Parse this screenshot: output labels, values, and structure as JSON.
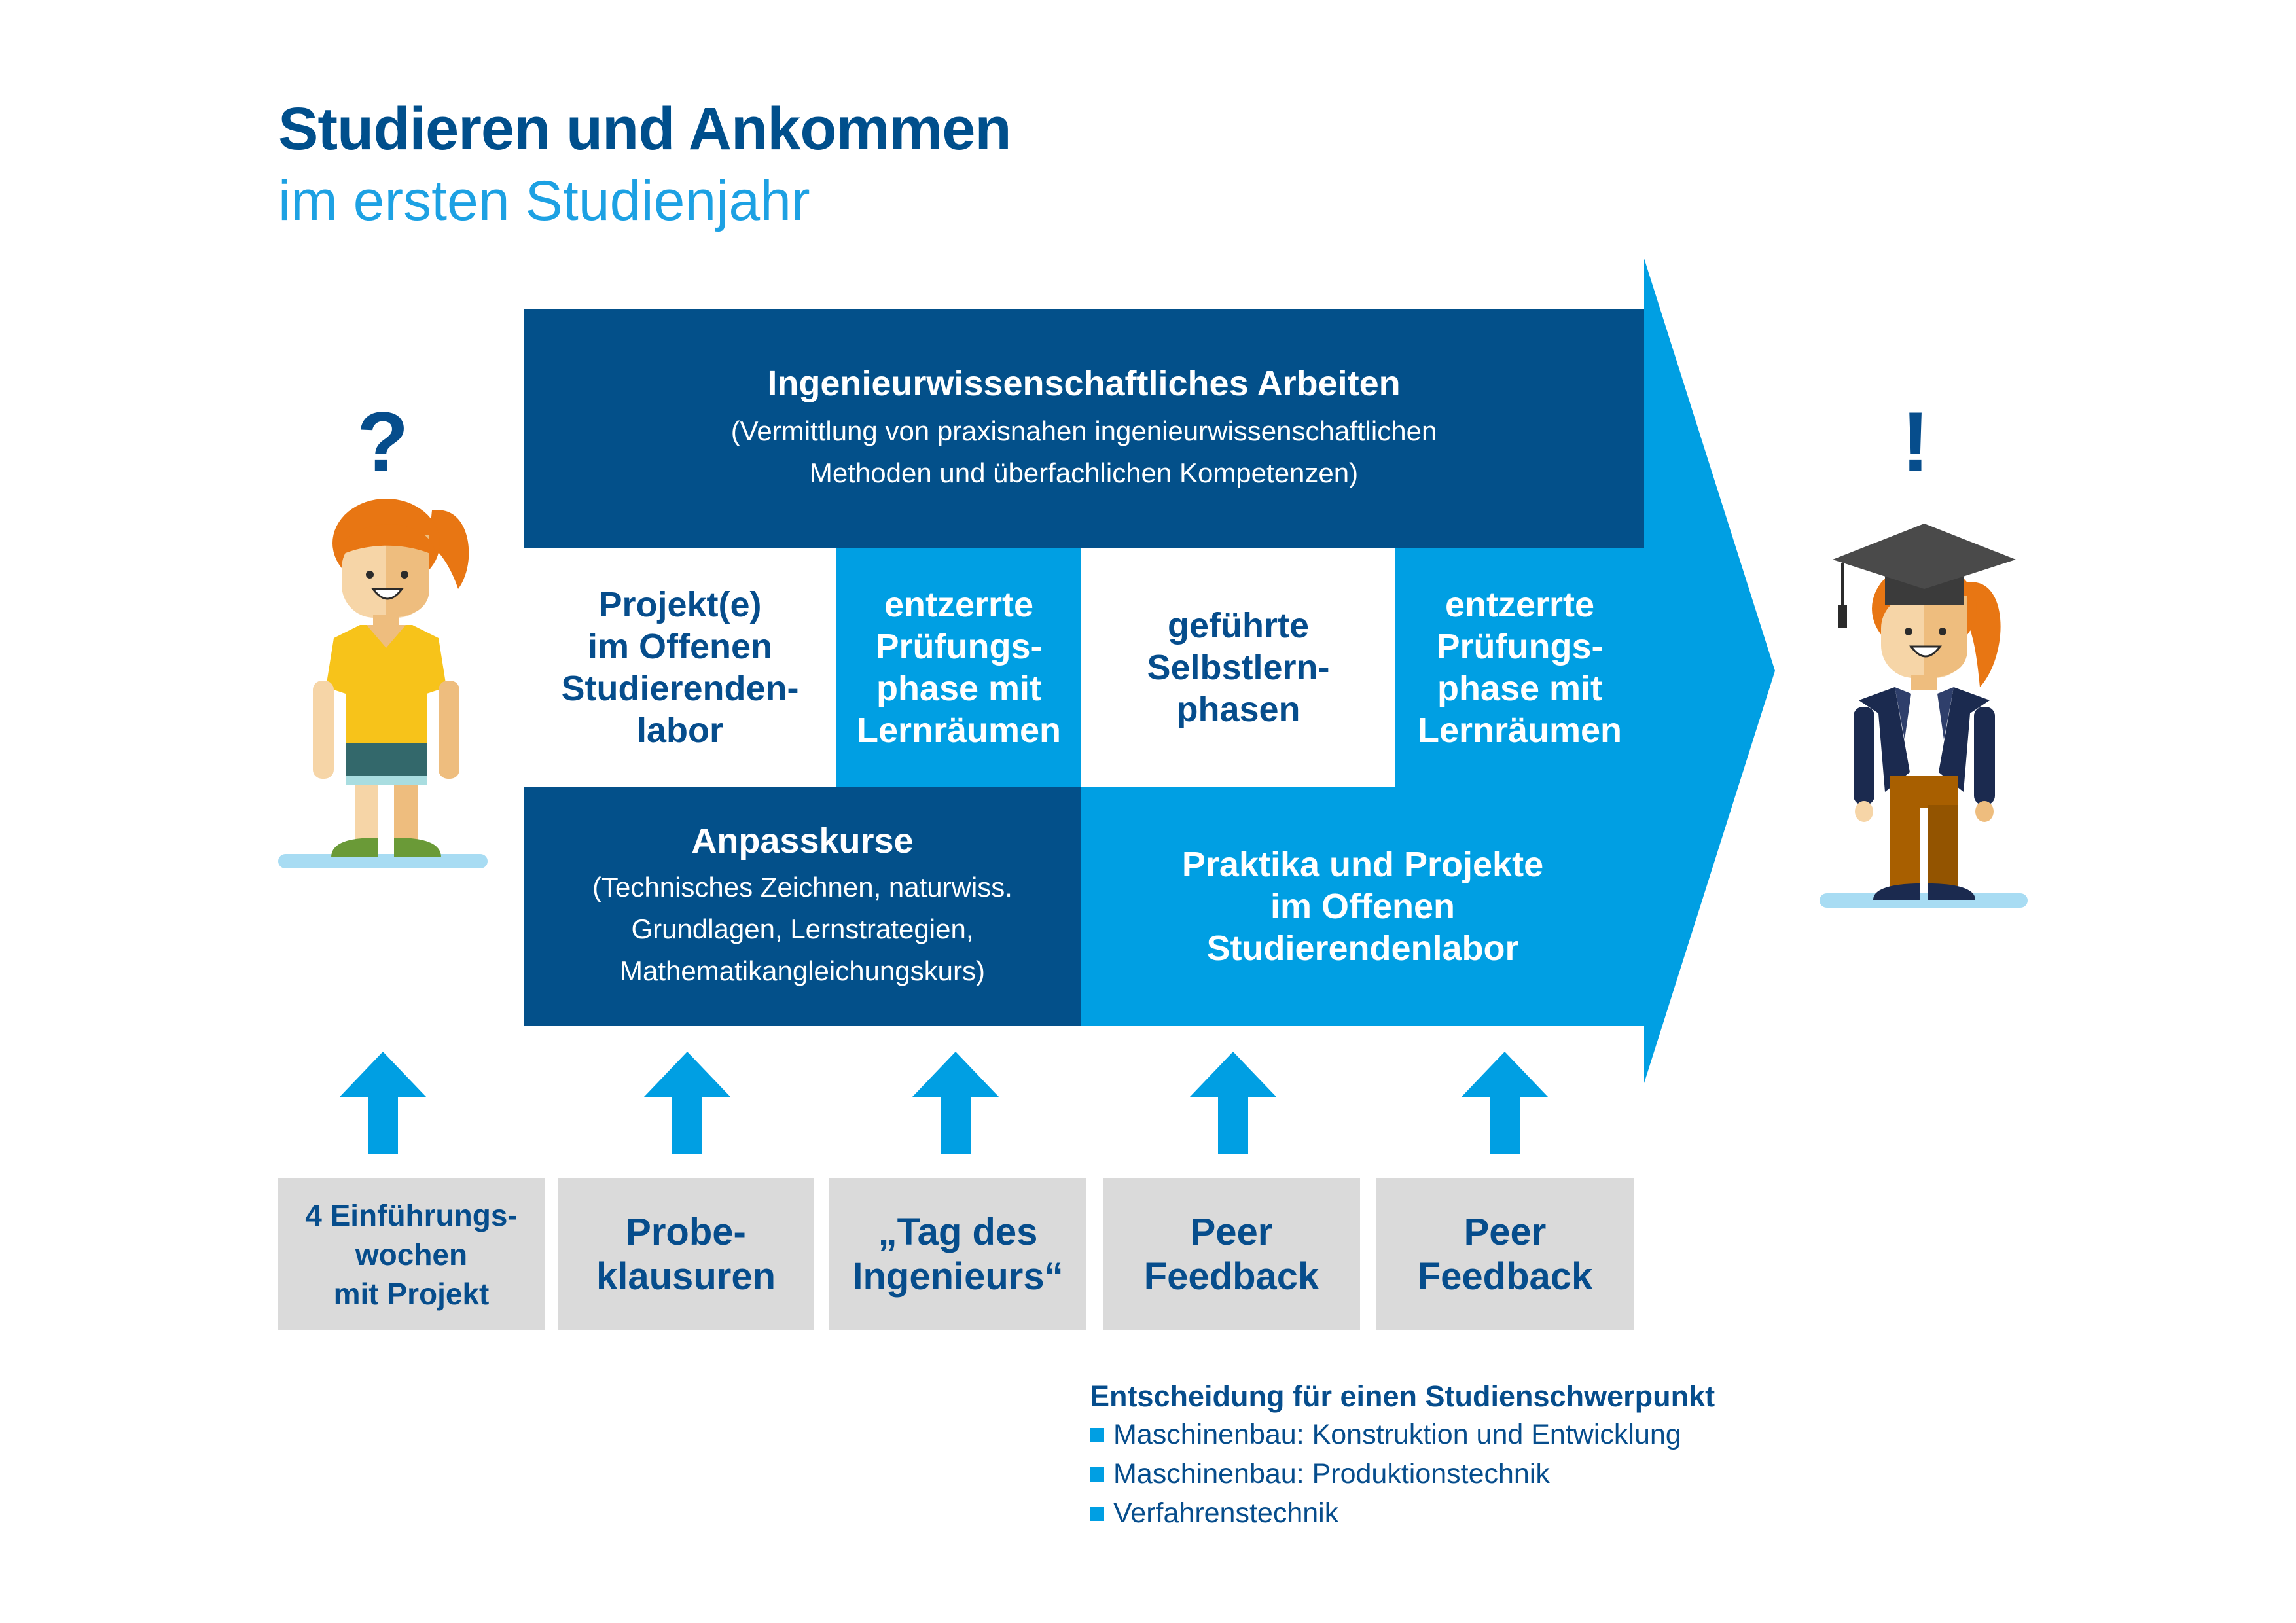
{
  "title": "Studieren und Ankommen",
  "subtitle": "im ersten Studienjahr",
  "marks": {
    "question": "?",
    "exclamation": "!"
  },
  "top_bar": {
    "heading": "Ingenieurwissenschaftliches Arbeiten",
    "line1": "(Vermittlung von praxisnahen ingenieurwissenschaftlichen",
    "line2": "Methoden und überfachlichen Kompetenzen)"
  },
  "middle_cells": [
    {
      "lines": [
        "Projekt(e)",
        "im Offenen",
        "Studierenden-",
        "labor"
      ]
    },
    {
      "lines": [
        "entzerrte",
        "Prüfungs-",
        "phase mit",
        "Lernräumen"
      ]
    },
    {
      "lines": [
        "geführte",
        "Selbstlern-",
        "phasen"
      ]
    },
    {
      "lines": [
        "entzerrte",
        "Prüfungs-",
        "phase mit",
        "Lernräumen"
      ]
    }
  ],
  "anpass": {
    "heading": "Anpasskurse",
    "line1": "(Technisches Zeichnen, naturwiss.",
    "line2": "Grundlagen, Lernstrategien,",
    "line3": "Mathematikangleichungskurs)"
  },
  "praktika": {
    "line1": "Praktika und Projekte",
    "line2": "im Offenen",
    "line3": "Studierendenlabor"
  },
  "bottom_boxes": [
    {
      "lines": [
        "4 Einführungs-",
        "wochen",
        "mit Projekt"
      ]
    },
    {
      "lines": [
        "Probe-",
        "klausuren"
      ]
    },
    {
      "lines": [
        "„Tag des",
        "Ingenieurs“"
      ]
    },
    {
      "lines": [
        "Peer",
        "Feedback"
      ]
    },
    {
      "lines": [
        "Peer",
        "Feedback"
      ]
    }
  ],
  "decision": {
    "title": "Entscheidung für einen Studienschwerpunkt",
    "items": [
      "Maschinenbau: Konstruktion und Entwicklung",
      "Maschinenbau: Produktionstechnik",
      "Verfahrenstechnik"
    ]
  },
  "colors": {
    "dark_blue": "#03508a",
    "light_blue": "#009fe3",
    "grey": "#dadada",
    "title_blue": "#004f8c"
  }
}
